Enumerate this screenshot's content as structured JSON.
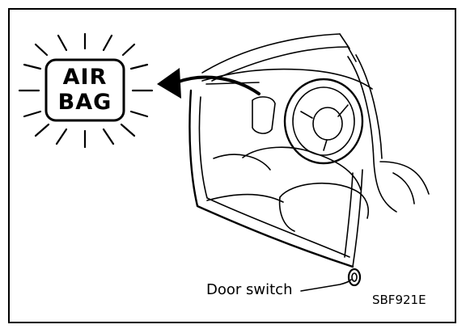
{
  "warning_lamp": {
    "line1": "AIR",
    "line2": "BAG"
  },
  "callouts": {
    "door_switch": "Door switch"
  },
  "figure_code": "SBF921E",
  "colors": {
    "ink": "#000000",
    "paper": "#ffffff"
  }
}
